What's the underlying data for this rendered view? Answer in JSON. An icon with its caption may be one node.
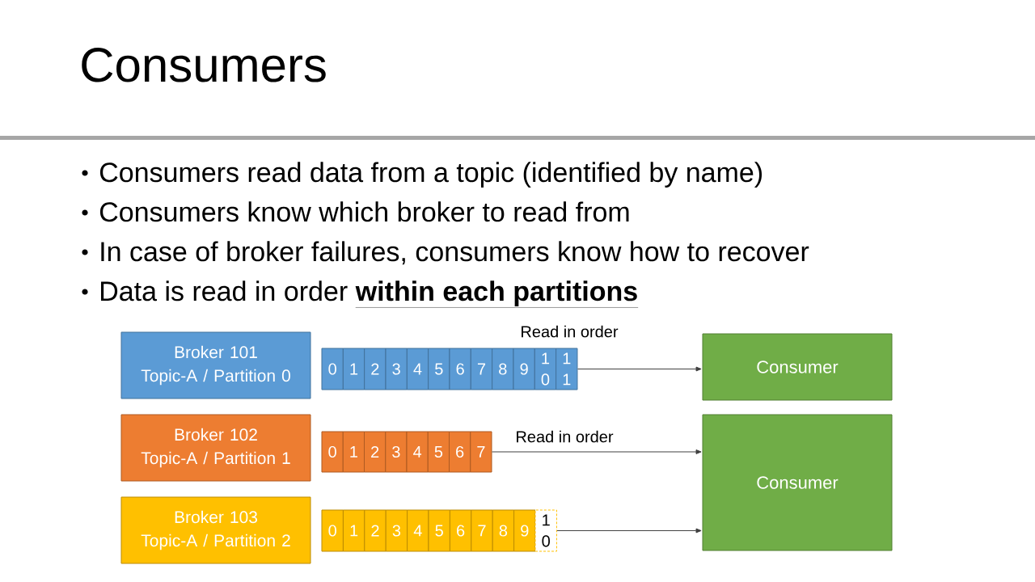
{
  "diagram": {
    "title": "Consumers",
    "nodes": [
      {
        "text": [
          "Broker 101",
          "Topic-A / Partition 0"
        ]
      },
      {
        "text": [
          "0"
        ]
      },
      {
        "text": [
          "1"
        ]
      },
      {
        "text": [
          "2"
        ]
      },
      {
        "text": [
          "3"
        ]
      },
      {
        "text": [
          "4"
        ]
      },
      {
        "text": [
          "5"
        ]
      },
      {
        "text": [
          "6"
        ]
      },
      {
        "text": [
          "7"
        ]
      },
      {
        "text": [
          "8"
        ]
      },
      {
        "text": [
          "9"
        ]
      },
      {
        "text": [
          "1 0"
        ]
      },
      {
        "text": [
          "1 1"
        ]
      },
      {
        "text": [
          "Consumer"
        ]
      },
      {
        "text": [
          "Broker 102",
          "Topic-A / Partition 1"
        ]
      },
      {
        "text": [
          "0"
        ]
      },
      {
        "text": [
          "1"
        ]
      },
      {
        "text": [
          "2"
        ]
      },
      {
        "text": [
          "3"
        ]
      },
      {
        "text": [
          "4"
        ]
      },
      {
        "text": [
          "5"
        ]
      },
      {
        "text": [
          "6"
        ]
      },
      {
        "text": [
          "7"
        ]
      },
      {
        "text": [
          "Consumer"
        ]
      },
      {
        "text": [
          "Broker 103",
          "Topic-A / Partition 2"
        ]
      },
      {
        "text": [
          "0"
        ]
      },
      {
        "text": [
          "1"
        ]
      },
      {
        "text": [
          "2"
        ]
      },
      {
        "text": [
          "3"
        ]
      },
      {
        "text": [
          "4"
        ]
      },
      {
        "text": [
          "5"
        ]
      },
      {
        "text": [
          "6"
        ]
      },
      {
        "text": [
          "7"
        ]
      },
      {
        "text": [
          "8"
        ]
      },
      {
        "text": [
          "9"
        ]
      },
      {
        "text": [
          "1 0"
        ]
      }
    ],
    "edges": [
      {
        "from": 12,
        "to": 13,
        "arrow": "to",
        "label": "Read in order"
      },
      {
        "from": 22,
        "to": 23,
        "arrow": "to",
        "label": "Read in order"
      },
      {
        "from": 35,
        "to": 23,
        "arrow": "to"
      }
    ],
    "labels": [
      "Consumers read data from a topic (identified by name)",
      "Consumers know which broker to read from",
      "In case of broker failures, consumers know how to recover",
      "Data is read in order **within each partitions**"
    ]
  }
}
